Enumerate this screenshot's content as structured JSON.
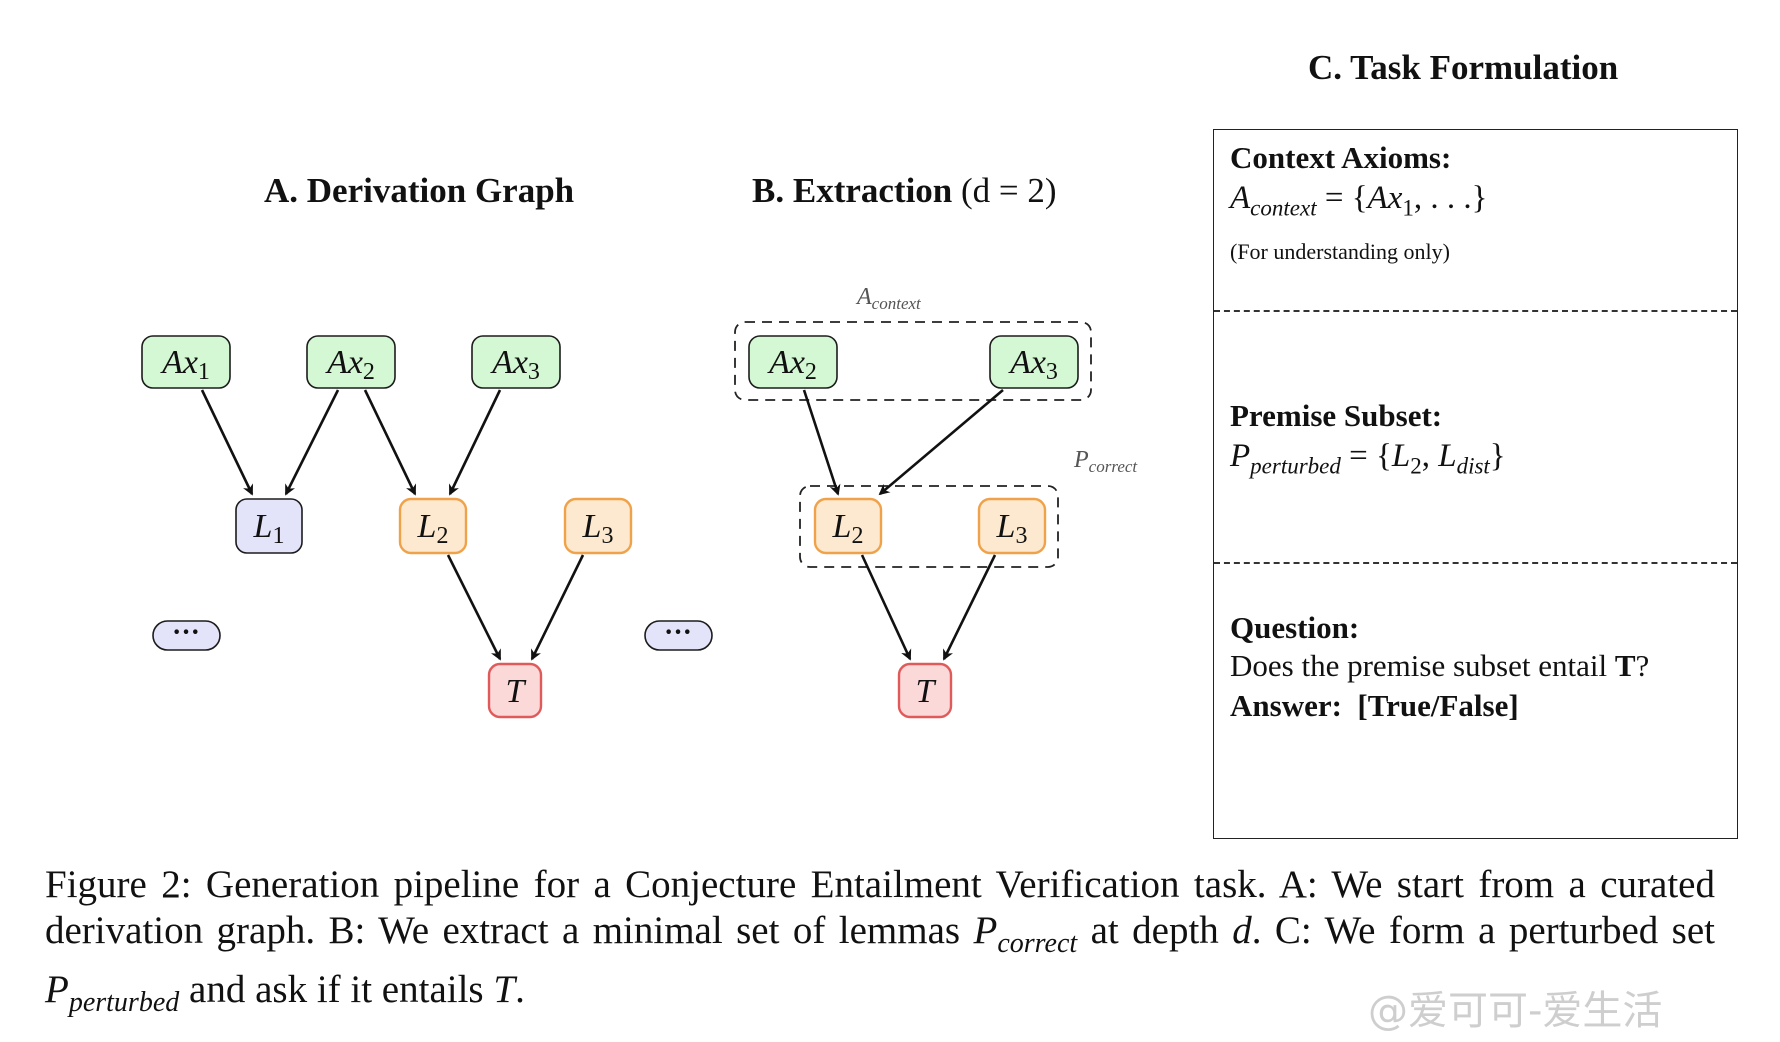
{
  "sections": {
    "a_title": "A. Derivation Graph",
    "b_title_main": "B. Extraction",
    "b_title_param": "(d = 2)",
    "c_title": "C. Task Formulation"
  },
  "graph_a": {
    "nodes": [
      {
        "id": "ax1",
        "base": "Ax",
        "sub": "1",
        "kind": "axiom"
      },
      {
        "id": "ax2",
        "base": "Ax",
        "sub": "2",
        "kind": "axiom"
      },
      {
        "id": "ax3",
        "base": "Ax",
        "sub": "3",
        "kind": "axiom"
      },
      {
        "id": "l1",
        "base": "L",
        "sub": "1",
        "kind": "lemma-unused"
      },
      {
        "id": "l2",
        "base": "L",
        "sub": "2",
        "kind": "lemma"
      },
      {
        "id": "l3",
        "base": "L",
        "sub": "3",
        "kind": "lemma"
      },
      {
        "id": "t",
        "base": "T",
        "sub": "",
        "kind": "target"
      }
    ],
    "ellipsis": "···"
  },
  "graph_b": {
    "context_label_base": "A",
    "context_label_sub": "context",
    "correct_label_base": "P",
    "correct_label_sub": "correct",
    "nodes": [
      {
        "id": "ax2",
        "base": "Ax",
        "sub": "2",
        "kind": "axiom"
      },
      {
        "id": "ax3",
        "base": "Ax",
        "sub": "3",
        "kind": "axiom"
      },
      {
        "id": "l2",
        "base": "L",
        "sub": "2",
        "kind": "lemma"
      },
      {
        "id": "l3",
        "base": "L",
        "sub": "3",
        "kind": "lemma"
      },
      {
        "id": "t",
        "base": "T",
        "sub": "",
        "kind": "target"
      }
    ]
  },
  "task": {
    "context_heading": "Context Axioms:",
    "context_math": {
      "lhs": "A",
      "lhs_sub": "context",
      "rhs_open": " = {",
      "item": "Ax",
      "item_sub": "1",
      "rhs_rest": ", . . .}"
    },
    "context_note": "(For understanding only)",
    "premise_heading": "Premise Subset:",
    "premise_math": {
      "lhs": "P",
      "lhs_sub": "perturbed",
      "rhs_open": " = {",
      "a": "L",
      "a_sub": "2",
      "sep": ", ",
      "b": "L",
      "b_sub": "dist",
      "close": "}"
    },
    "question_heading": "Question:",
    "question_text": "Does the premise subset entail ",
    "question_bold": "T",
    "question_end": "?",
    "answer_label": "Answer:",
    "answer_value": "[True/False]"
  },
  "caption": {
    "p1": "Figure 2:  Generation pipeline for a Conjecture Entailment Verification task.  A: We start from a curated derivation graph. B: We extract a minimal set of lemmas ",
    "m1": "P",
    "m1_sub": "correct",
    "p2": " at depth ",
    "m2": "d",
    "p3": ". C: We form a perturbed set ",
    "m3": "P",
    "m3_sub": "perturbed",
    "p4": " and ask if it entails ",
    "m4": "T",
    "p5": "."
  },
  "watermark": "@爱可可-爱生活",
  "colors": {
    "axiom_fill": "#d4f7d4",
    "axiom_stroke": "#1c1c1c",
    "lemma_fill": "#fde9cf",
    "lemma_stroke": "#f0a24a",
    "unused_fill": "#e3e3fa",
    "unused_stroke": "#1c1c1c",
    "target_fill": "#fbd9d9",
    "target_stroke": "#e05a5a"
  }
}
